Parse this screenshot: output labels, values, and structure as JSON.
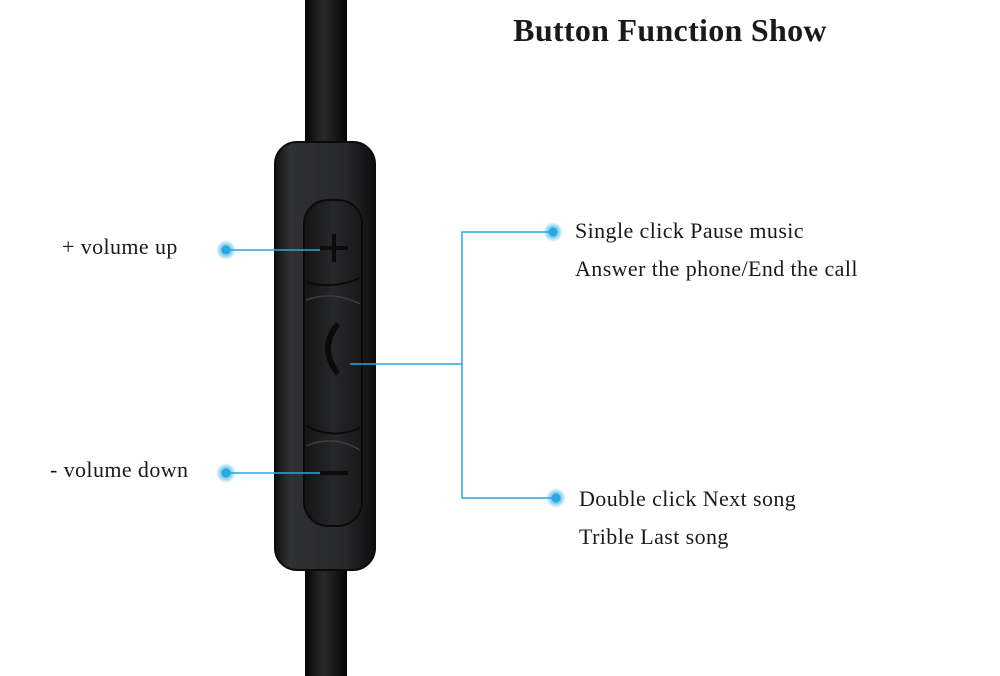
{
  "title": "Button Function Show",
  "annotations": {
    "volume_up": "+  volume up",
    "volume_down": "- volume down",
    "center_single_line1": "Single click Pause music",
    "center_single_line2": "Answer the phone/End the call",
    "center_multi_line1": "Double click Next song",
    "center_multi_line2": "Trible  Last song"
  },
  "colors": {
    "callout": "#29a9df",
    "remote_body": "#2c2d2f",
    "remote_edge": "#0c0c0d",
    "cable": "#151516"
  }
}
